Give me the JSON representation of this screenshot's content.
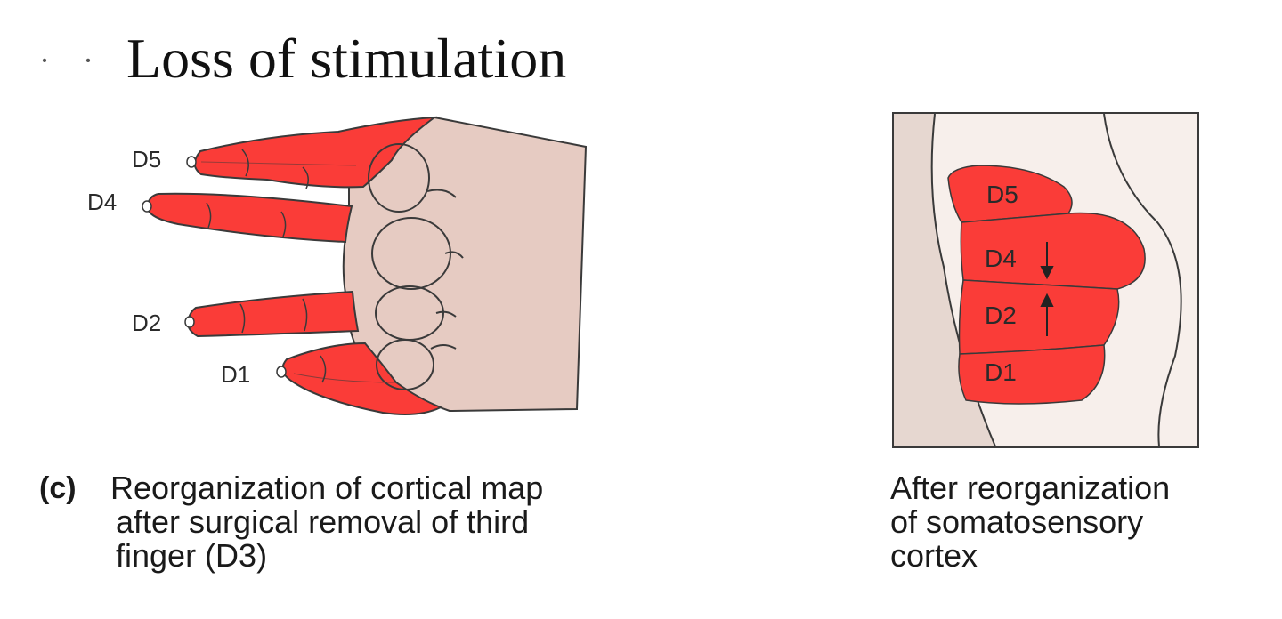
{
  "slide": {
    "bullet": "· ·",
    "title": "Loss of stimulation"
  },
  "hand_diagram": {
    "digit_labels": [
      "D5",
      "D4",
      "D2",
      "D1"
    ],
    "caption_marker": "(c)",
    "caption_lines": [
      "Reorganization of cortical map",
      "after surgical removal of third",
      "finger (D3)"
    ]
  },
  "cortex_diagram": {
    "region_labels": [
      "D5",
      "D4",
      "D2",
      "D1"
    ],
    "caption_lines": [
      "After reorganization",
      "of somatosensory",
      "cortex"
    ]
  },
  "colors": {
    "finger_red": "#fa3c38",
    "skin": "#e6cbc2",
    "cortex_bg": "#f7efeb",
    "outline": "#3a3a3a"
  }
}
